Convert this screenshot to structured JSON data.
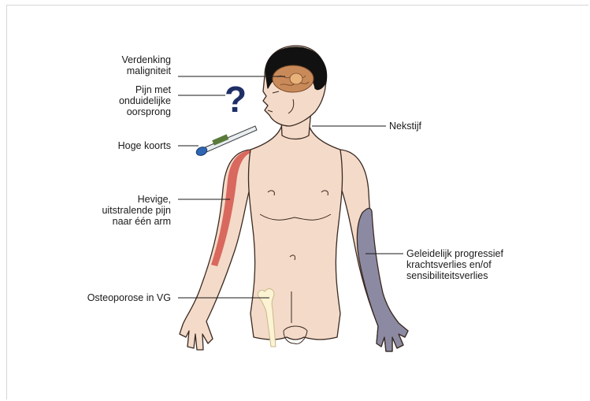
{
  "labels": {
    "malignancy": [
      "Verdenking",
      "maligniteit"
    ],
    "unclear_pain": [
      "Pijn met",
      "onduidelijke",
      "oorsprong"
    ],
    "fever": [
      "Hoge koorts"
    ],
    "radiating_pain": [
      "Hevige,",
      "uitstralende pijn",
      "naar één arm"
    ],
    "osteoporosis": [
      "Osteoporose in VG"
    ],
    "stiff_neck": [
      "Nekstijf"
    ],
    "progressive_loss": [
      "Geleidelijk progressief",
      "krachtsverlies en/of",
      "sensibiliteitsverlies"
    ]
  },
  "colors": {
    "skin": "#f4dac8",
    "outline": "#3a2a22",
    "hair": "#111111",
    "brain": "#c98a5a",
    "pain_arm": "#d9685e",
    "weak_arm": "#8c8aa3",
    "bone": "#fbf3d3",
    "question": "#1f2f66",
    "thermometer": "#2f66b3"
  },
  "icons": [
    "question-mark-icon",
    "thermometer-icon",
    "brain-icon",
    "bone-icon"
  ]
}
